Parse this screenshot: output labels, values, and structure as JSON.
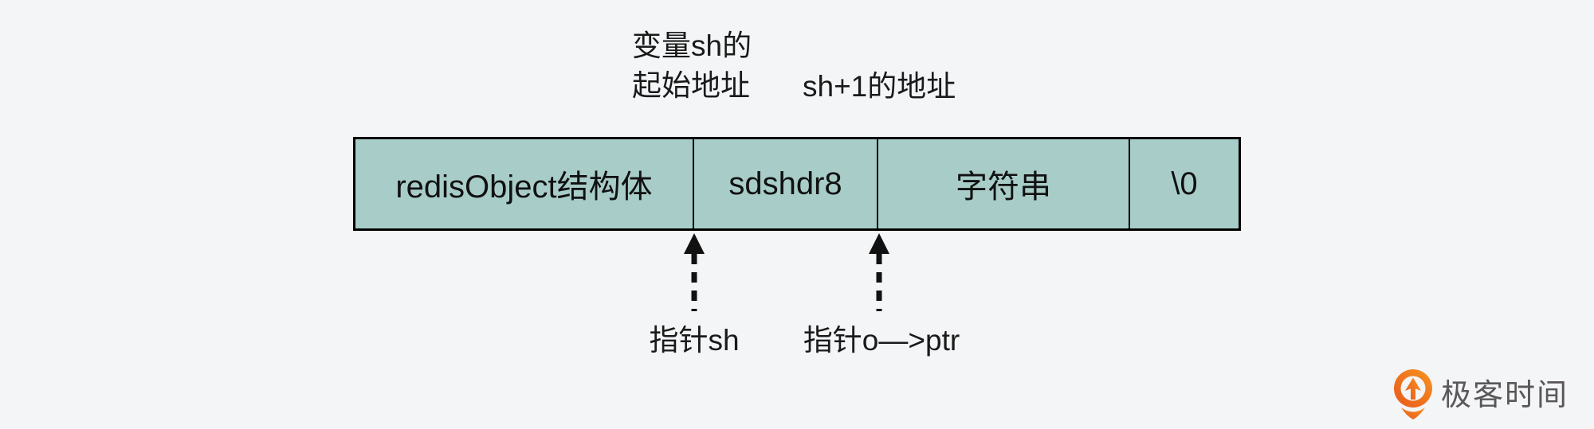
{
  "colors": {
    "background": "#f4f5f7",
    "bar_fill": "#a8cdc9",
    "bar_border": "#000000",
    "text": "#1a1a1a",
    "logo_orange": "#ed6a1c",
    "logo_orange_light": "#f7941e",
    "logo_text_gray": "#595757"
  },
  "top_labels": {
    "sh_start_line1": "变量sh的",
    "sh_start_line2": "起始地址",
    "sh_plus_one": "sh+1的地址"
  },
  "memory_bar": {
    "cells": [
      {
        "label": "redisObject结构体"
      },
      {
        "label": "sdshdr8"
      },
      {
        "label": "字符串"
      },
      {
        "label": "\\0"
      }
    ]
  },
  "pointer_labels": {
    "sh": "指针sh",
    "o_ptr": "指针o—>ptr"
  },
  "branding": {
    "logo_text": "极客时间"
  }
}
